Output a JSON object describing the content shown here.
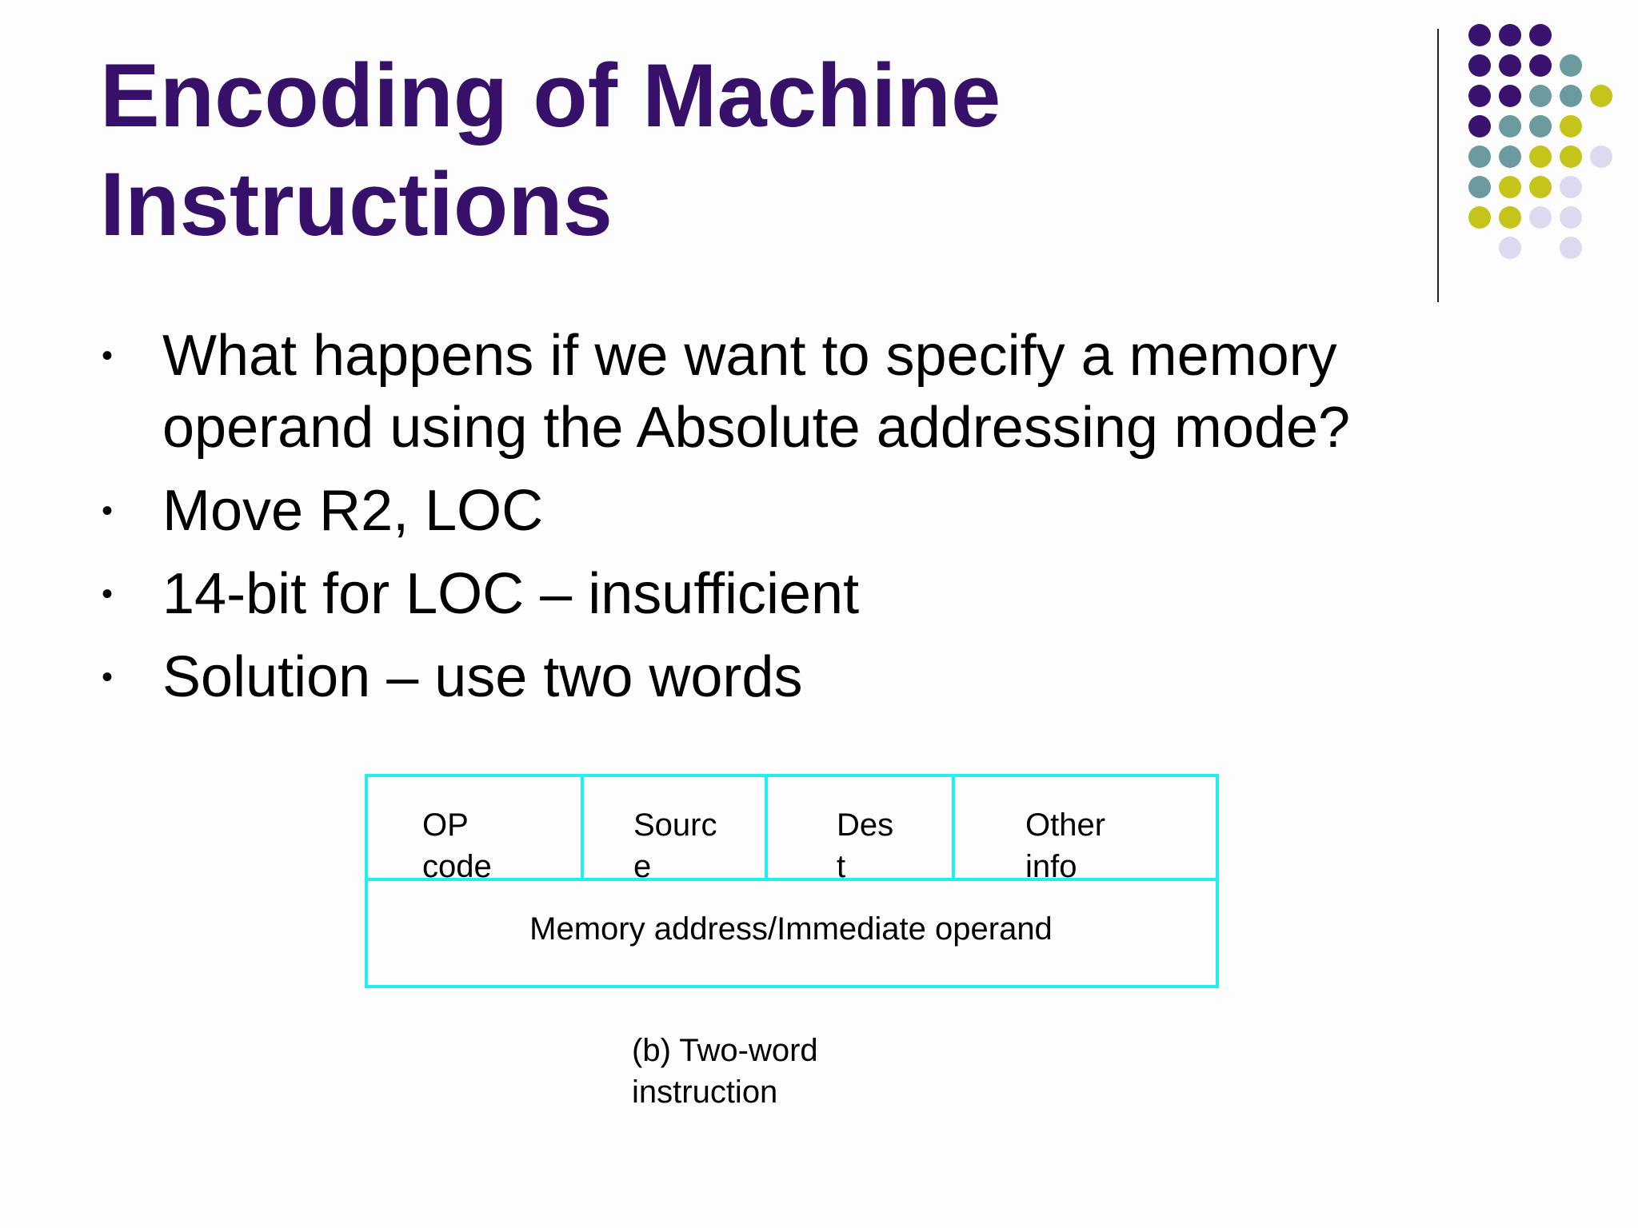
{
  "title": {
    "line1": "Encoding of Machine",
    "line2": "Instructions"
  },
  "bullets": [
    "What happens if we want to specify a memory operand using the Absolute addressing mode?",
    "Move  R2, LOC",
    "14-bit for LOC – insufficient",
    "Solution – use two words"
  ],
  "bullet_glyph": "•",
  "diagram": {
    "fields": [
      "OP\ncode",
      "Sourc\ne",
      "Des\nt",
      "Other\ninfo"
    ],
    "memory_word": "Memory address/Immediate operand",
    "caption": "(b) Two-word\ninstruction"
  },
  "colors": {
    "title": "#37106a",
    "box_border": "#1ef0f0",
    "dot_purple": "#3a1270",
    "dot_teal": "#6b9b9e",
    "dot_yellow": "#c4c41a",
    "dot_lavender": "#dcdaee"
  }
}
